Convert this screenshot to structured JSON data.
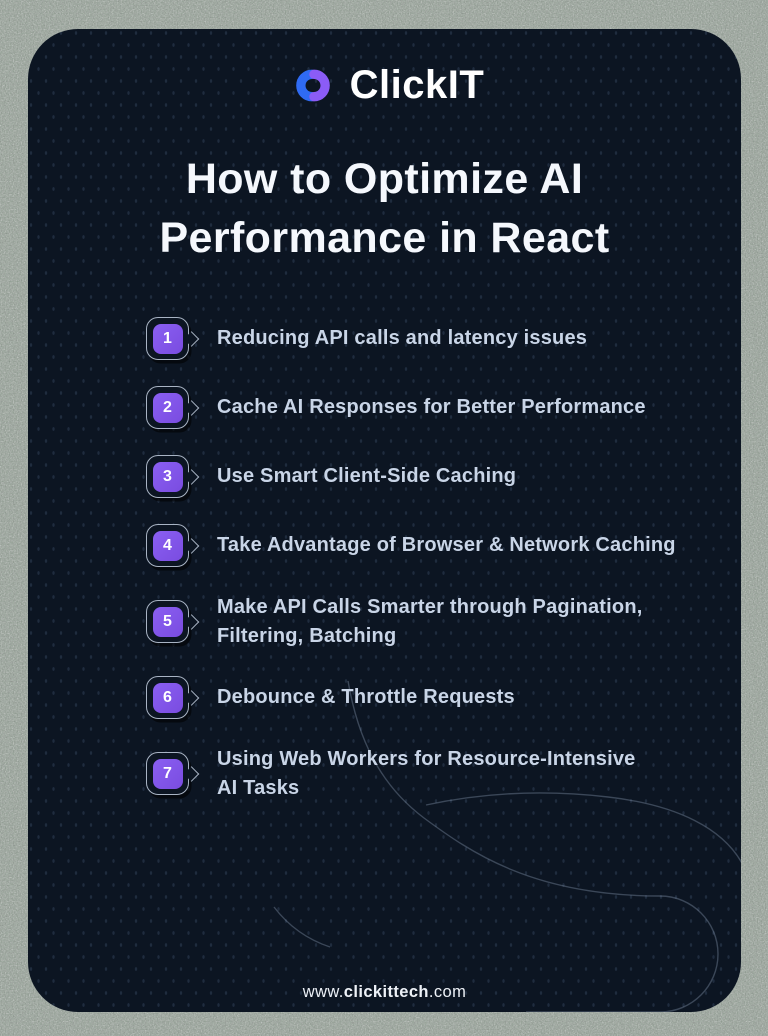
{
  "logo": {
    "text": "ClickIT",
    "icon": "chain-link-icon",
    "colors": {
      "blue": "#2f6bf4",
      "purple": "#8b5cf6"
    }
  },
  "title": {
    "line1": "How to Optimize AI",
    "line2": "Performance in React"
  },
  "items": [
    {
      "number": "1",
      "line1": "Reducing API calls and latency issues",
      "line2": ""
    },
    {
      "number": "2",
      "line1": "Cache AI Responses for Better Performance",
      "line2": ""
    },
    {
      "number": "3",
      "line1": "Use Smart Client-Side Caching",
      "line2": ""
    },
    {
      "number": "4",
      "line1": "Take Advantage of Browser & Network Caching",
      "line2": ""
    },
    {
      "number": "5",
      "line1": "Make API Calls Smarter through Pagination,",
      "line2": "Filtering, Batching"
    },
    {
      "number": "6",
      "line1": "Debounce & Throttle Requests",
      "line2": ""
    },
    {
      "number": "7",
      "line1": "Using Web Workers for Resource-Intensive",
      "line2": "AI Tasks"
    }
  ],
  "footer": {
    "prefix": "www.",
    "bold": "clickittech",
    "suffix": ".com"
  },
  "colors": {
    "card_background": "#0c1522",
    "badge_purple": "#8156e9",
    "badge_border": "#a9b4c4",
    "item_text": "#c9d5e7",
    "title_text": "#f5f8fd"
  }
}
